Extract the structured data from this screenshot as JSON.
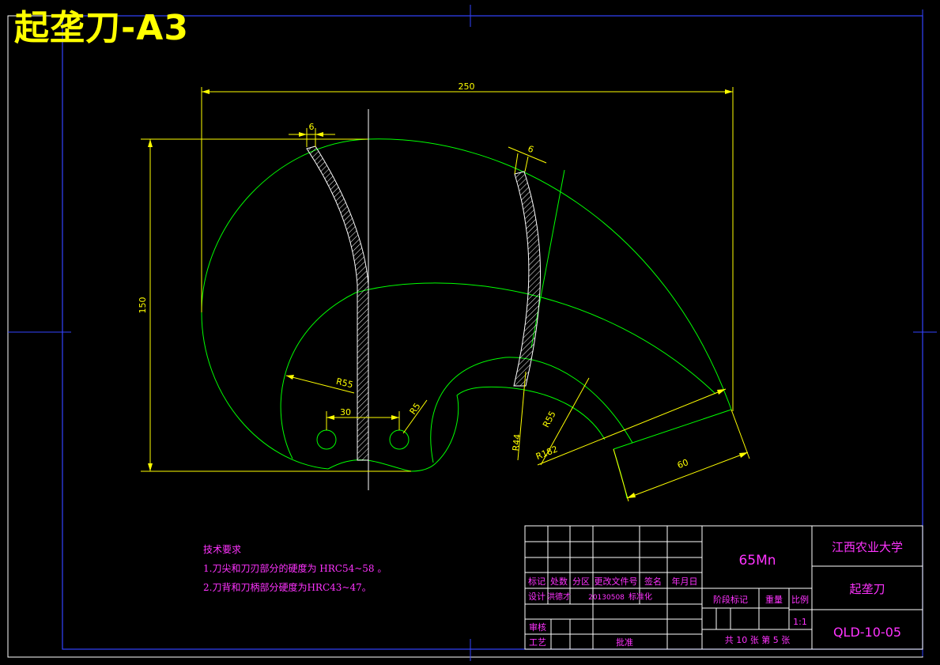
{
  "title": "起垄刀-A3",
  "dimensions": {
    "width_total": "250",
    "height_total": "150",
    "wall_thickness_left": "6",
    "wall_thickness_right": "6",
    "radius_outer": "R55",
    "hole_spacing": "30",
    "hole_radius": "R5",
    "radius_44": "R44",
    "radius_55": "R55",
    "radius_182": "R182",
    "tip_length": "60"
  },
  "tech_requirements": {
    "heading": "技术要求",
    "item1": "1.刀尖和刀刃部分的硬度为 HRC54~58 。",
    "item2": "2.刀背和刀柄部分硬度为HRC43~47。"
  },
  "title_block": {
    "material": "65Mn",
    "school": "江西农业大学",
    "part_name": "起垄刀",
    "drawing_number": "QLD-10-05",
    "scale": "1:1",
    "sheet_info": "共 10 张 第 5 张",
    "label_mark": "标记",
    "label_count": "处数",
    "label_zone": "分区",
    "label_change_doc": "更改文件号",
    "label_signature": "签名",
    "label_date": "年月日",
    "label_design": "设计",
    "designer": "洪德才",
    "design_date": "20130508",
    "label_standardize": "标准化",
    "label_stage_mark": "阶段标记",
    "label_weight": "重量",
    "label_scale": "比例",
    "label_review": "审核",
    "label_process": "工艺",
    "label_approve": "批准"
  },
  "colors": {
    "background": "#000000",
    "geometry": "#00ff00",
    "dimension": "#ffff00",
    "frame": "#0000ff",
    "title_block_lines": "#ffffff",
    "title_block_text": "#ff33ff"
  }
}
